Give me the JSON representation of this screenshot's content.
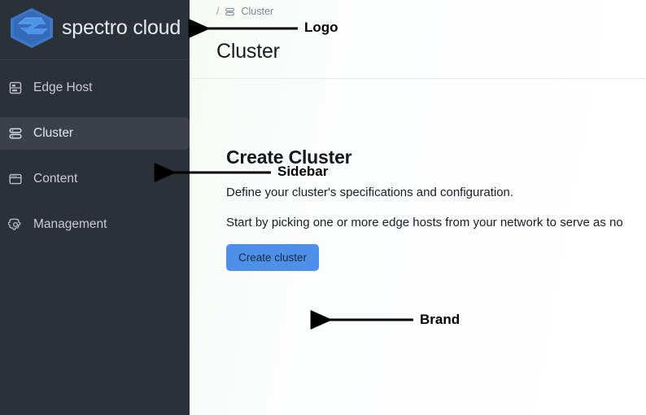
{
  "sidebar": {
    "brand_name": "spectro cloud",
    "logo_icon": "spectro-cloud-hexagon-s-logo",
    "logo_color": "#3f81da",
    "background_color": "#2b3139",
    "active_item_color": "#3b4049",
    "items": [
      {
        "label": "Edge Host",
        "icon": "server-rack-icon",
        "active": false
      },
      {
        "label": "Cluster",
        "icon": "cluster-stack-icon",
        "active": true
      },
      {
        "label": "Content",
        "icon": "window-browser-icon",
        "active": false
      },
      {
        "label": "Management",
        "icon": "gear-icon",
        "active": false
      }
    ]
  },
  "header": {
    "breadcrumb": {
      "separator": "/",
      "icon": "cluster-stack-icon",
      "label": "Cluster"
    },
    "page_title": "Cluster"
  },
  "main": {
    "section_title": "Create Cluster",
    "paragraph_1": "Define your cluster's specifications and configuration.",
    "paragraph_2": "Start by picking one or more edge hosts from your network to serve as no",
    "cta_label": "Create cluster",
    "cta_color": "#4e90e8"
  },
  "annotations": [
    {
      "id": "logo",
      "label": "Logo"
    },
    {
      "id": "sidebar",
      "label": "Sidebar"
    },
    {
      "id": "brand",
      "label": "Brand"
    }
  ]
}
